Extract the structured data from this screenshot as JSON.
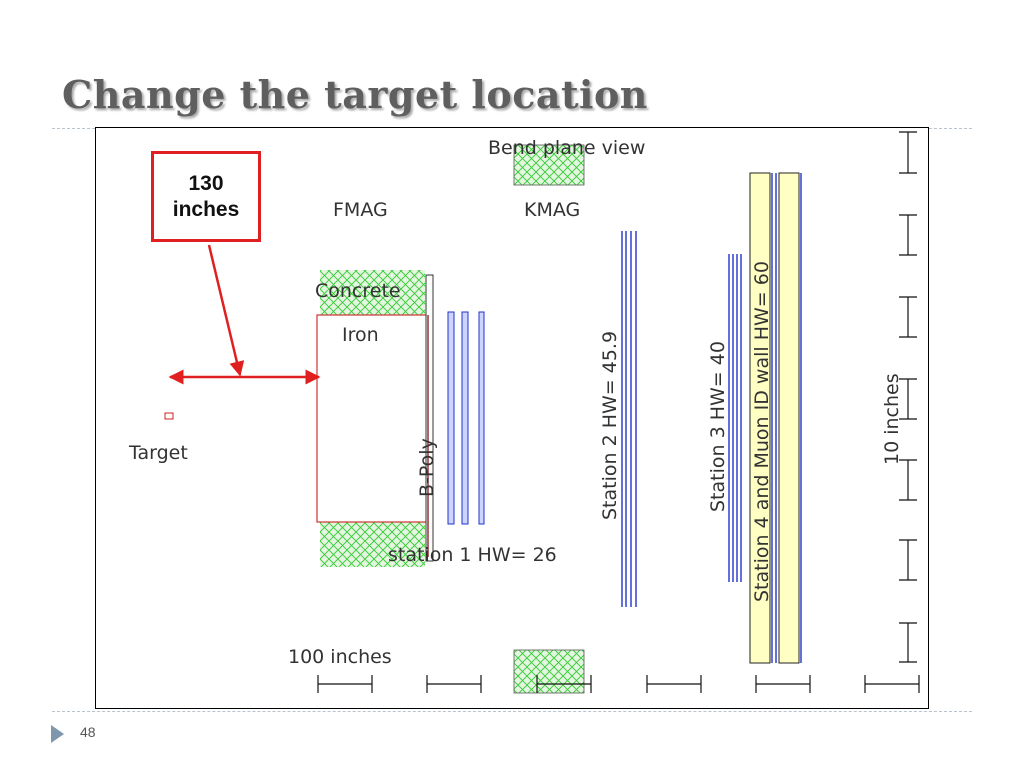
{
  "slide": {
    "title": "Change the target location",
    "page_number": "48"
  },
  "callout": {
    "line1": "130",
    "line2": "inches"
  },
  "diagram": {
    "labels": {
      "view": "Bend plane view",
      "fmag": "FMAG",
      "kmag": "KMAG",
      "concrete": "Concrete",
      "iron": "Iron",
      "target": "Target",
      "bpoly": "B-Poly",
      "station1": "station 1 HW= 26",
      "station2": "Station 2 HW= 45.9",
      "station3": "Station 3 HW= 40",
      "station4": "Station 4 and Muon ID wall HW= 60",
      "scale_x": "100 inches",
      "scale_y": "10 inches"
    },
    "colors": {
      "hatch": "#33cc33",
      "hatch_bg": "#e4f5e0",
      "wall_fill": "#ffffc4",
      "station_blue": "#2233cc",
      "iron": "#cc3333",
      "callout": "#e02020"
    }
  }
}
